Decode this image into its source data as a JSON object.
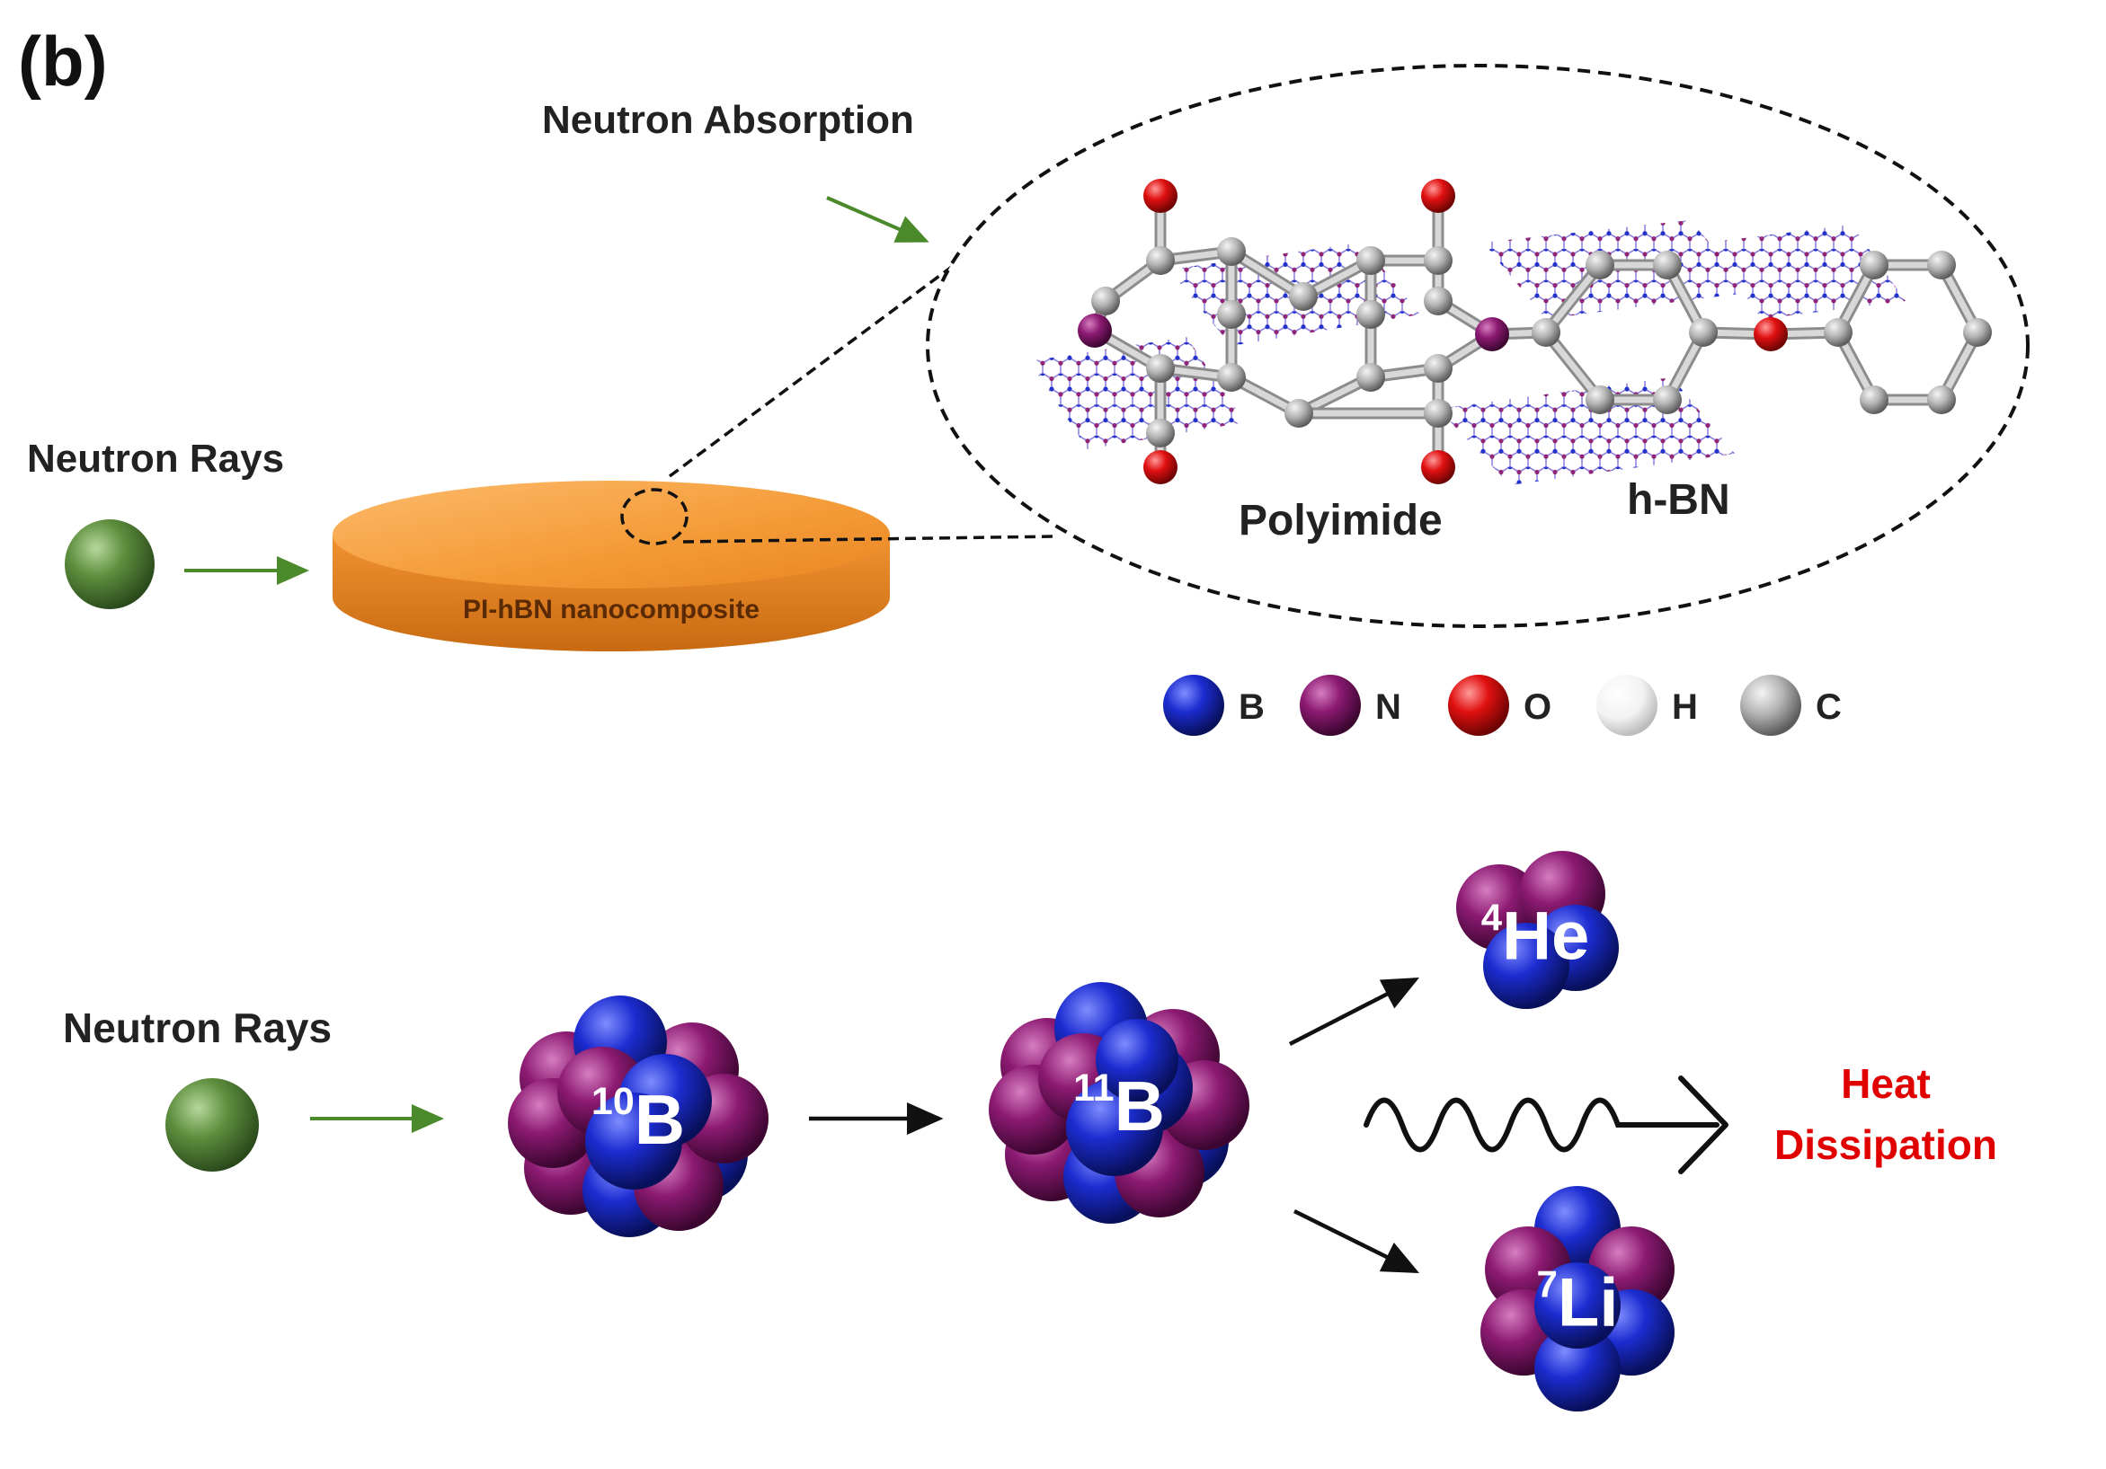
{
  "panel_label": "(b)",
  "top": {
    "neutron_absorption": "Neutron Absorption",
    "neutron_rays": "Neutron Rays",
    "disk_label": "PI-hBN nanocomposite",
    "polyimide": "Polyimide",
    "hbn": "h-BN"
  },
  "legend": [
    {
      "symbol": "B",
      "color": "#1626c8"
    },
    {
      "symbol": "N",
      "color": "#8a1870"
    },
    {
      "symbol": "O",
      "color": "#e01010"
    },
    {
      "symbol": "H",
      "color": "#f2f2f2"
    },
    {
      "symbol": "C",
      "color": "#b4b4b4"
    }
  ],
  "bottom": {
    "neutron_rays": "Neutron Rays",
    "b10": {
      "mass": "10",
      "symbol": "B"
    },
    "b11": {
      "mass": "11",
      "symbol": "B"
    },
    "he4": {
      "mass": "4",
      "symbol": "He"
    },
    "li7": {
      "mass": "7",
      "symbol": "Li"
    },
    "heat_line1": "Heat",
    "heat_line2": "Dissipation"
  },
  "colors": {
    "neutron": "#4f7f35",
    "green_arrow": "#4a8a2a",
    "disk": "#f0922c",
    "heat": "#e00000",
    "boron": "#1626c8",
    "nitrogen": "#8a1870",
    "oxygen": "#e01010",
    "carbon": "#b4b4b4"
  }
}
